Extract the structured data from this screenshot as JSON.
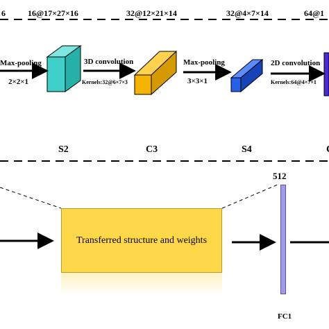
{
  "top": {
    "dims": [
      "6",
      "16@17×27×16",
      "32@12×21×14",
      "32@4×7×14",
      "64@1"
    ],
    "ops": [
      {
        "name": "Max-pooling",
        "param": "2×2×1"
      },
      {
        "name": "3D convolution",
        "param": "Kernels:32@6×7×3"
      },
      {
        "name": "Max-pooling",
        "param": "3×3×1"
      },
      {
        "name": "2D convolution",
        "param": "Kernels:64@4×7×1"
      }
    ],
    "stages": [
      "S2",
      "C3",
      "S4",
      "C"
    ]
  },
  "bottom": {
    "box_label": "Transferred structure and weights",
    "fc_size": "512",
    "fc_label": "FC1"
  },
  "colors": {
    "cyan_block": "#3fd1c9",
    "orange_block": "#f5b400",
    "blue_block": "#2660e8",
    "purple_edge": "#4a2ad0",
    "yellow_box": "#ffd84a",
    "fc_bar": "#a39be4"
  }
}
